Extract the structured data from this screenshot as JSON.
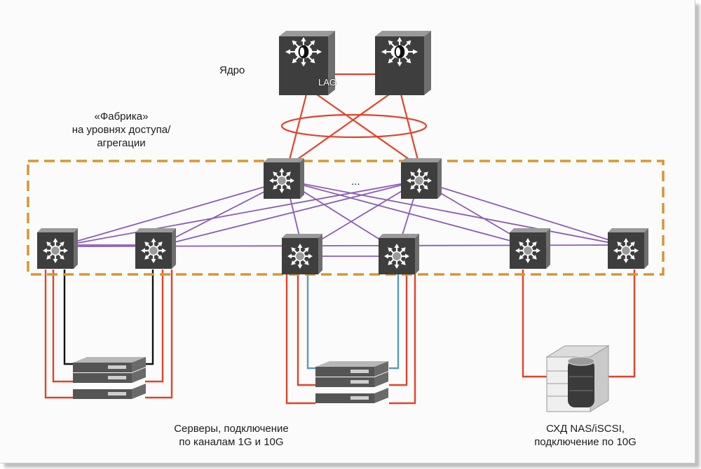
{
  "labels": {
    "core": "Ядро",
    "lag": "LAG",
    "fabric_line1": "«Фабрика»",
    "fabric_line2": "на уровнях доступа/",
    "fabric_line3": "агрегации",
    "ellipsis": "...",
    "servers_line1": "Серверы, подключение",
    "servers_line2": "по каналам 1G и 10G",
    "storage_line1": "СХД NAS/iSCSI,",
    "storage_line2": "подключение по 10G"
  },
  "colors": {
    "red_link": "#e2422a",
    "purple_link": "#8a5cb5",
    "black_link": "#111111",
    "blue_link": "#5a9bb8",
    "fabric_border": "#d9962f",
    "switch_face": "#3e3e3e",
    "switch_side": "#8a8a8a"
  },
  "icons": {
    "core_switch": "core-switch-icon",
    "access_switch": "layer3-switch-icon",
    "server": "rack-server-icon",
    "storage": "storage-array-icon"
  }
}
